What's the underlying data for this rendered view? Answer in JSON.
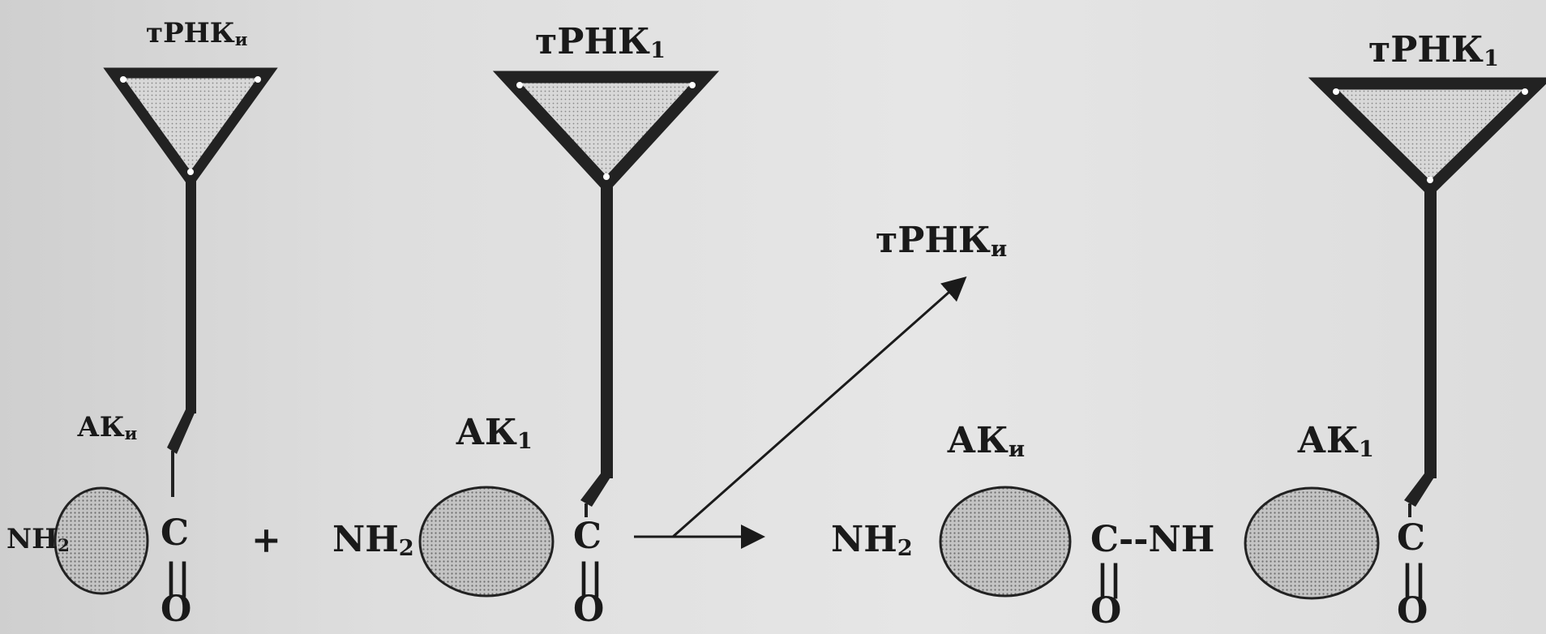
{
  "labels": {
    "trna_i_1": {
      "main": "тРНК",
      "sub": "и"
    },
    "trna_1_a": {
      "main": "тРНК",
      "sub": "1"
    },
    "trna_1_b": {
      "main": "тРНК",
      "sub": "1"
    },
    "trna_i_released": {
      "main": "тРНК",
      "sub": "и"
    },
    "ak_i_1": {
      "main": "АК",
      "sub": "и"
    },
    "ak_1_a": {
      "main": "АК",
      "sub": "1"
    },
    "ak_i_2": {
      "main": "АК",
      "sub": "и"
    },
    "ak_1_b": {
      "main": "АК",
      "sub": "1"
    },
    "nh2_1": {
      "main": "NH",
      "sub": "2"
    },
    "nh2_2": {
      "main": "NH",
      "sub": "2"
    },
    "nh2_3": {
      "main": "NH",
      "sub": "2"
    },
    "plus": "+",
    "carbon": "C",
    "oxygen": "O",
    "peptide_bond": "C--NH"
  },
  "colors": {
    "ink": "#1a1a1a",
    "triangle_fill": "#cccccc",
    "ellipse_fill": "#bdbdbd"
  }
}
